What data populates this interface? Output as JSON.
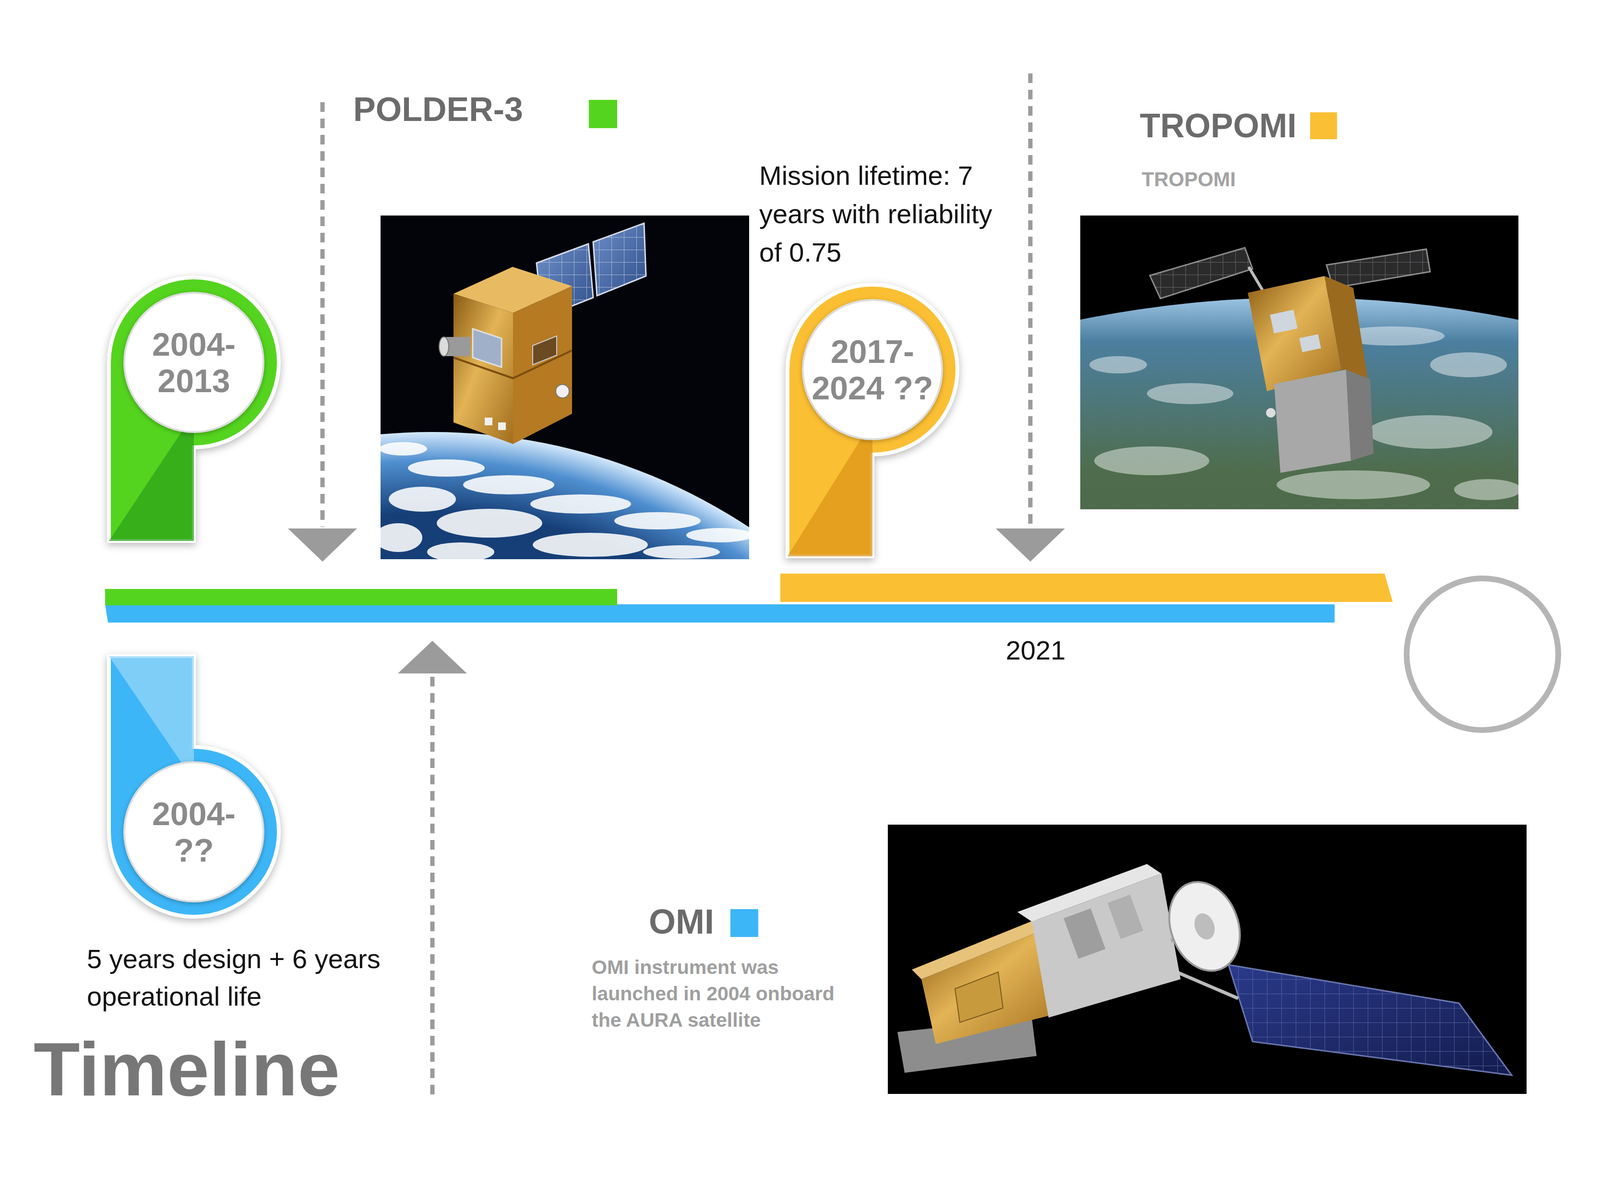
{
  "diagram": {
    "title": "Timeline",
    "nodes": [
      {
        "text": [
          "2004- 2013"
        ]
      },
      {
        "text": [
          "2017- 2024 ??"
        ]
      },
      {
        "text": [
          "2004- ??"
        ]
      }
    ],
    "labels": [
      "Mission lifetime: 7 years with reliability of 0.75",
      "TROPOMI",
      "2021",
      "5 years design + 6 years operational life",
      "OMI instrument was launched in 2004 onboard the AURA satellite"
    ],
    "legend": [
      {
        "text": "POLDER-3",
        "color": "#54d41f"
      },
      {
        "text": "TROPOMI",
        "color": "#fbbf33"
      },
      {
        "text": "OMI",
        "color": "#3db6f7"
      }
    ]
  }
}
